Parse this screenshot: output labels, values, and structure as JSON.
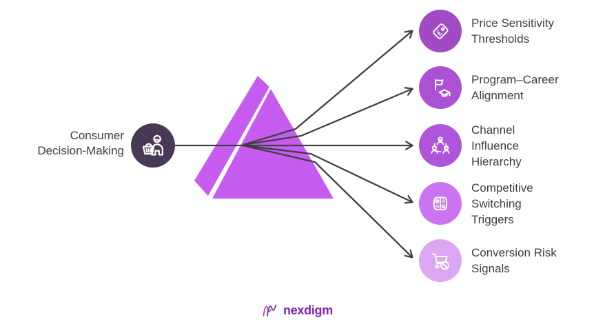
{
  "diagram": {
    "source": {
      "label": "Consumer Decision-Making",
      "lines": [
        "Consumer",
        "Decision-Making"
      ],
      "icon": "consumer-shopper-icon",
      "circle_color": "#483a54"
    },
    "prism_color": "#c65cef",
    "arrow_color": "#3f3f41",
    "text_color": "#3e3e40",
    "spokes": [
      {
        "label": "Price Sensitivity Thresholds",
        "lines": [
          "Price Sensitivity",
          "Thresholds"
        ],
        "icon": "price-tag-icon",
        "color": "#a24ac6"
      },
      {
        "label": "Program–Career Alignment",
        "lines": [
          "Program–Career",
          "Alignment"
        ],
        "icon": "flag-graduation-cap-icon",
        "color": "#ab52d4"
      },
      {
        "label": "Channel Influence Hierarchy",
        "lines": [
          "Channel",
          "Influence",
          "Hierarchy"
        ],
        "icon": "people-network-icon",
        "color": "#ae55dc"
      },
      {
        "label": "Competitive Switching Triggers",
        "lines": [
          "Competitive",
          "Switching",
          "Triggers"
        ],
        "icon": "game-controller-icon",
        "color": "#cb74f0"
      },
      {
        "label": "Conversion Risk Signals",
        "lines": [
          "Conversion Risk",
          "Signals"
        ],
        "icon": "cart-blocked-icon",
        "color": "#dba6f2"
      }
    ]
  },
  "logo": {
    "text": "nexdigm"
  }
}
